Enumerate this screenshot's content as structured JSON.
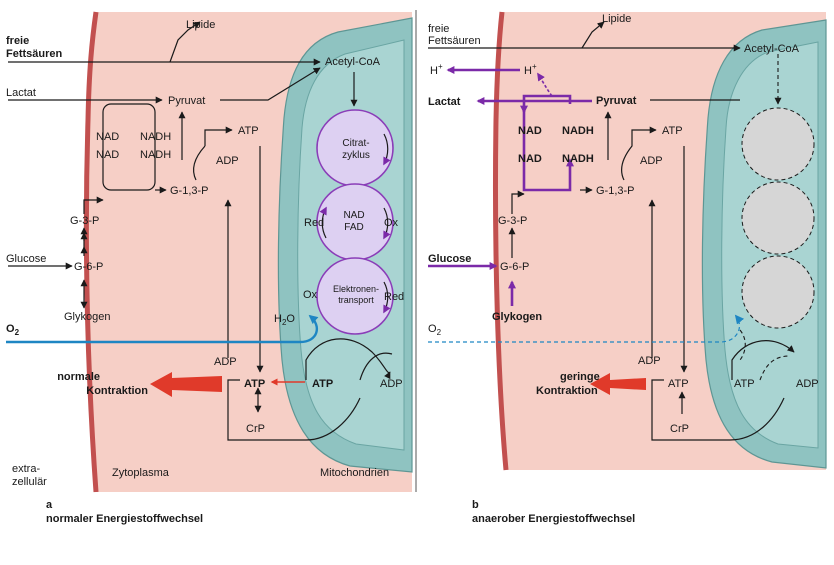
{
  "colors": {
    "cytoplasm": "#f6cfc6",
    "membrane": "#c2504f",
    "mitochondrion": "#8fc3c1",
    "cycle_fill": "#ddd0f2",
    "cycle_stroke": "#8a3db8",
    "pathway_purple": "#7b2aa8",
    "oxygen_blue": "#1e86c3",
    "arrow_red": "#e03a2a",
    "inactive_grey": "#d6d6d6"
  },
  "panel_a": {
    "caption_letter": "a",
    "caption": "normaler Energiestoffwechsel",
    "inputs": {
      "free_fatty_acids_1": "freie",
      "free_fatty_acids_2": "Fettsäuren",
      "lactate": "Lactat",
      "glucose": "Glucose",
      "oxygen": "O",
      "oxygen_sub": "2"
    },
    "cytoplasm": {
      "lipids": "Lipide",
      "acetyl_coa": "Acetyl-CoA",
      "pyruvate": "Pyruvat",
      "nad_1": "NAD",
      "nad_2": "NAD",
      "nadh_1": "NADH",
      "nadh_2": "NADH",
      "g13p": "G-1,3-P",
      "g3p": "G-3-P",
      "g6p": "G-6-P",
      "glycogen": "Glykogen",
      "atp_top": "ATP",
      "adp_top": "ADP",
      "adp_low": "ADP",
      "atp_center": "ATP",
      "crp": "CrP",
      "contraction_1": "normale",
      "contraction_2": "Kontraktion"
    },
    "mitochondrion": {
      "citrate_cycle_1": "Citrat-",
      "citrate_cycle_2": "zyklus",
      "red_1": "Red",
      "ox_1": "Ox",
      "nad_fad_1": "NAD",
      "nad_fad_2": "FAD",
      "etc_1": "Elektronen-",
      "etc_2": "transport",
      "ox_2": "Ox",
      "red_2": "Red",
      "water_h": "H",
      "water_sub": "2",
      "water_o": "O",
      "atp_mito": "ATP",
      "adp_mito": "ADP"
    },
    "region_labels": {
      "extracellular_1": "extra-",
      "extracellular_2": "zellulär",
      "cytoplasm": "Zytoplasma",
      "mitochondria": "Mitochondrien"
    }
  },
  "panel_b": {
    "caption_letter": "b",
    "caption": "anaerober Energiestoffwechsel",
    "inputs": {
      "free_fatty_acids_1": "freie",
      "free_fatty_acids_2": "Fettsäuren",
      "lactate": "Lactat",
      "glucose": "Glucose",
      "oxygen": "O",
      "oxygen_sub": "2"
    },
    "cytoplasm": {
      "lipids": "Lipide",
      "acetyl_coa": "Acetyl-CoA",
      "h_plus_left": "H",
      "h_plus_right": "H",
      "plus": "+",
      "pyruvate": "Pyruvat",
      "nad_1": "NAD",
      "nad_2": "NAD",
      "nadh_1": "NADH",
      "nadh_2": "NADH",
      "g13p": "G-1,3-P",
      "g3p": "G-3-P",
      "g6p": "G-6-P",
      "glycogen": "Glykogen",
      "atp_top": "ATP",
      "adp_top": "ADP",
      "adp_low": "ADP",
      "atp_center": "ATP",
      "crp": "CrP",
      "contraction_1": "geringe",
      "contraction_2": "Kontraktion"
    },
    "mitochondrion": {
      "atp_mito": "ATP",
      "adp_mito": "ADP"
    }
  }
}
